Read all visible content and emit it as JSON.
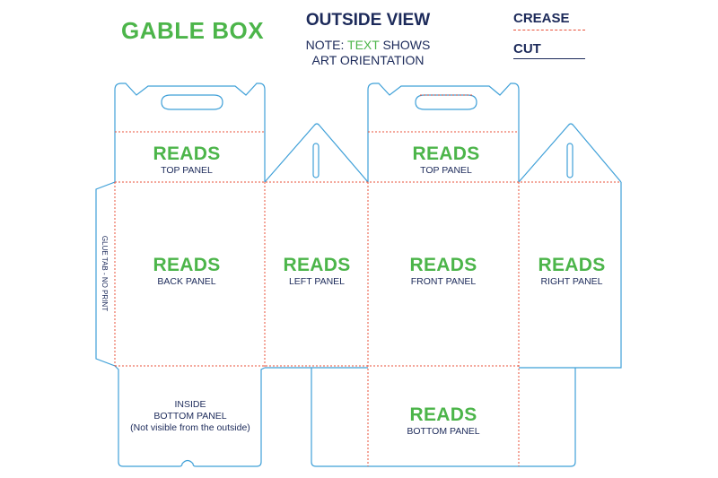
{
  "title": "GABLE BOX",
  "view_title": "OUTSIDE VIEW",
  "note": {
    "prefix": "NOTE: ",
    "highlight": "TEXT",
    "suffix": " SHOWS",
    "line2": "ART ORIENTATION"
  },
  "legend": {
    "crease": "CREASE",
    "cut": "CUT"
  },
  "colors": {
    "accent_green": "#4cb54a",
    "navy": "#1c2a5a",
    "cut_line": "#3fa0d8",
    "crease_line": "#e8503a"
  },
  "panels": {
    "top_left": {
      "big": "READS",
      "small": "TOP PANEL"
    },
    "top_right": {
      "big": "READS",
      "small": "TOP PANEL"
    },
    "back": {
      "big": "READS",
      "small": "BACK PANEL"
    },
    "left": {
      "big": "READS",
      "small": "LEFT PANEL"
    },
    "front": {
      "big": "READS",
      "small": "FRONT PANEL"
    },
    "right": {
      "big": "READS",
      "small": "RIGHT PANEL"
    },
    "bottom": {
      "big": "READS",
      "small": "BOTTOM PANEL"
    },
    "glue_tab": "GLUE TAB - NO PRINT",
    "inside_bottom": {
      "line1": "INSIDE",
      "line2": "BOTTOM PANEL",
      "line3": "(Not visible from the outside)"
    }
  }
}
